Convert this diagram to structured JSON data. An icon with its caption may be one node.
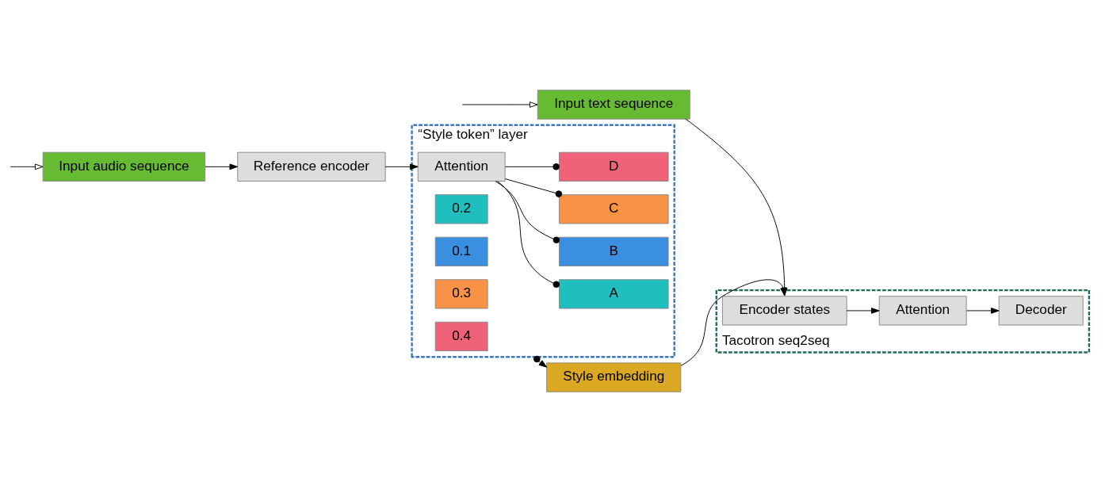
{
  "diagram": {
    "nodes": [
      {
        "text": [
          "Input audio sequence"
        ]
      },
      {
        "text": [
          "Reference encoder"
        ]
      },
      {
        "text": [
          "“Style token” layer"
        ]
      },
      {
        "text": [
          "Attention"
        ],
        "in": 2
      },
      {
        "text": [
          "0.2"
        ],
        "in": 2
      },
      {
        "text": [
          "A"
        ],
        "in": 2
      },
      {
        "text": [
          "0.1"
        ],
        "in": 2
      },
      {
        "text": [
          "B"
        ],
        "in": 2
      },
      {
        "text": [
          "0.3"
        ],
        "in": 2
      },
      {
        "text": [
          "C"
        ],
        "in": 2
      },
      {
        "text": [
          "0.4"
        ],
        "in": 2
      },
      {
        "text": [
          "D"
        ],
        "in": 2
      },
      {
        "text": [
          "Style embedding"
        ]
      },
      {
        "text": [
          "Tacotron seq2seq"
        ]
      },
      {
        "text": [
          "Encoder states"
        ],
        "in": 13
      },
      {
        "text": [
          "Attention"
        ],
        "in": 13
      },
      {
        "text": [
          "Decoder"
        ],
        "in": 13
      },
      {
        "text": [
          "Input text sequence"
        ]
      }
    ],
    "edges": [
      {
        "from": null,
        "to": 0,
        "arrow": "to"
      },
      {
        "from": 0,
        "to": 1,
        "arrow": "to"
      },
      {
        "from": 1,
        "to": 3,
        "arrow": "to"
      },
      {
        "from": 3,
        "to": 5,
        "arrow": "other"
      },
      {
        "from": 3,
        "to": 7,
        "arrow": "other"
      },
      {
        "from": 3,
        "to": 9,
        "arrow": "other"
      },
      {
        "from": 3,
        "to": 11,
        "arrow": "other"
      },
      {
        "from": 2,
        "to": 12,
        "arrow": "to"
      },
      {
        "from": 12,
        "to": 14,
        "arrow": "to"
      },
      {
        "from": 17,
        "to": 14,
        "arrow": "to"
      },
      {
        "from": 14,
        "to": 15,
        "arrow": "to"
      },
      {
        "from": 15,
        "to": 16,
        "arrow": "to"
      },
      {
        "from": null,
        "to": 17,
        "arrow": "to"
      }
    ]
  }
}
